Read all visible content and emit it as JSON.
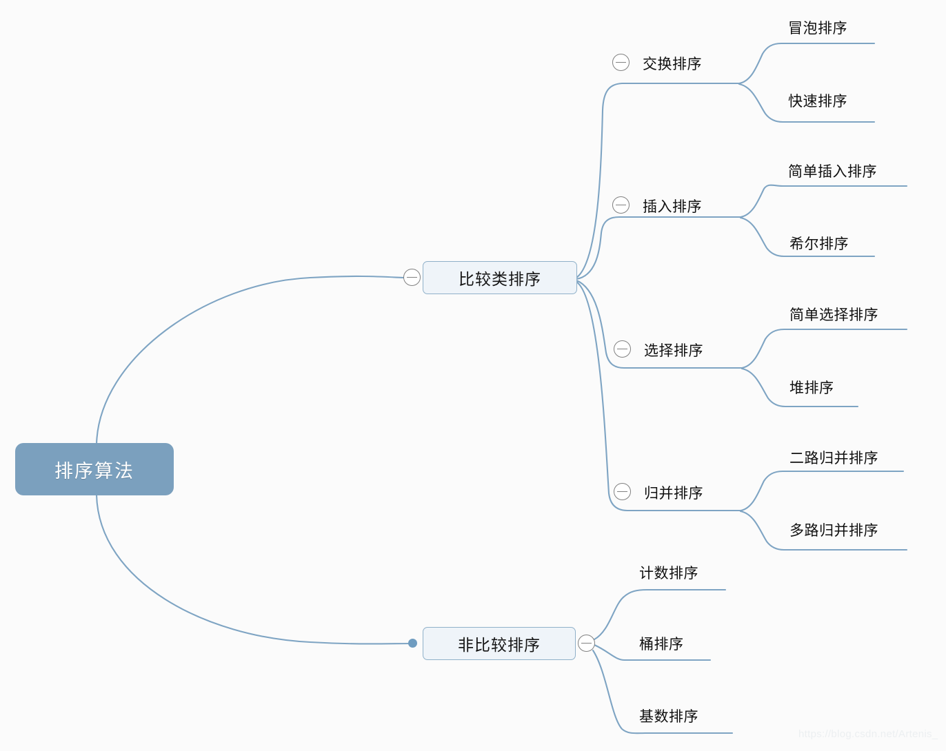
{
  "diagram": {
    "title": "排序算法",
    "type": "mindmap",
    "colors": {
      "background": "#fbfbfb",
      "root_fill": "#7ba0be",
      "root_text": "#ffffff",
      "branch_fill": "#eff4f9",
      "branch_border": "#8fb0c9",
      "edge": "#7ea4c3",
      "toggle_stroke": "#808080",
      "node_text": "#101010",
      "watermark": "#eceff1"
    }
  },
  "root": {
    "label": "排序算法"
  },
  "branches": [
    {
      "id": "comparison",
      "label": "比较类排序",
      "toggle": "collapse-toggle-minus",
      "children": [
        {
          "id": "exchange",
          "label": "交换排序",
          "toggle": "collapse-toggle-minus",
          "leaves": [
            {
              "label": "冒泡排序"
            },
            {
              "label": "快速排序"
            }
          ]
        },
        {
          "id": "insertion",
          "label": "插入排序",
          "toggle": "collapse-toggle-minus",
          "leaves": [
            {
              "label": "简单插入排序"
            },
            {
              "label": "希尔排序"
            }
          ]
        },
        {
          "id": "selection",
          "label": "选择排序",
          "toggle": "collapse-toggle-minus",
          "leaves": [
            {
              "label": "简单选择排序"
            },
            {
              "label": "堆排序"
            }
          ]
        },
        {
          "id": "merge",
          "label": "归并排序",
          "toggle": "collapse-toggle-minus",
          "leaves": [
            {
              "label": "二路归并排序"
            },
            {
              "label": "多路归并排序"
            }
          ]
        }
      ]
    },
    {
      "id": "non-comparison",
      "label": "非比较排序",
      "toggle": "collapse-toggle-minus",
      "children": [
        {
          "id": "counting",
          "label": "计数排序"
        },
        {
          "id": "bucket",
          "label": "桶排序"
        },
        {
          "id": "radix",
          "label": "基数排序"
        }
      ]
    }
  ],
  "watermark": {
    "text": "https://blog.csdn.net/Artenis_"
  }
}
